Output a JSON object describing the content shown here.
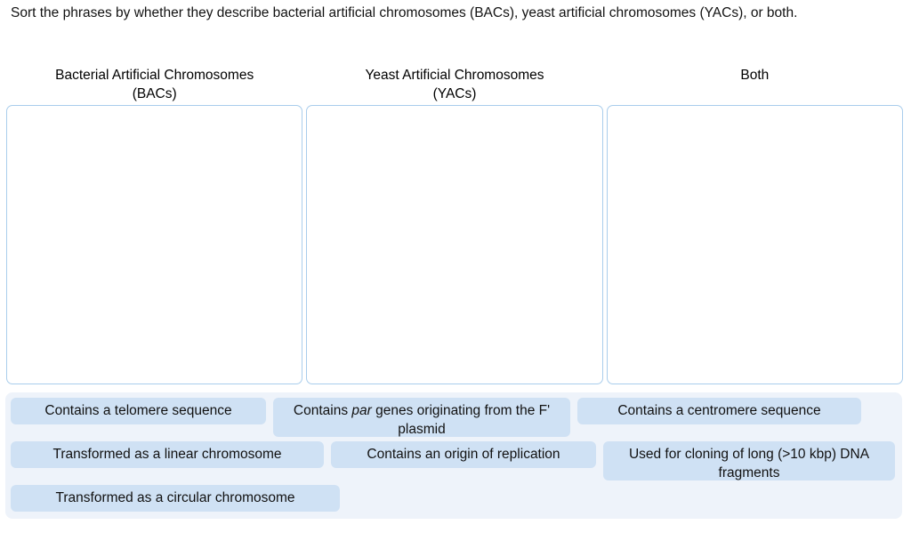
{
  "prompt": {
    "text": "Sort the phrases by whether they describe bacterial artificial chromosomes (BACs), yeast artificial chromosomes (YACs), or both."
  },
  "columns": [
    {
      "id": "bacs",
      "header_line1": "Bacterial Artificial Chromosomes",
      "header_line2": "(BACs)",
      "items": []
    },
    {
      "id": "yacs",
      "header_line1": "Yeast Artificial Chromosomes",
      "header_line2": "(YACs)",
      "items": []
    },
    {
      "id": "both",
      "header_line1": "Both",
      "header_line2": "",
      "items": []
    }
  ],
  "tile_bank": {
    "rows": [
      [
        {
          "id": "telomere",
          "text": "Contains a telomere sequence"
        },
        {
          "id": "par-genes",
          "text_before": "Contains ",
          "italic": "par",
          "text_after": " genes originating from the F' plasmid"
        },
        {
          "id": "centromere",
          "text": "Contains a centromere sequence"
        }
      ],
      [
        {
          "id": "linear",
          "text": "Transformed as a linear chromosome"
        },
        {
          "id": "origin",
          "text": "Contains an origin of replication"
        },
        {
          "id": "cloning",
          "text": "Used for cloning of long (>10 kbp) DNA fragments"
        }
      ],
      [
        {
          "id": "circular",
          "text": "Transformed as a circular chromosome"
        }
      ]
    ]
  },
  "colors": {
    "tile_background": "#cfe1f4",
    "bank_background": "#eef3fa",
    "dropzone_border": "#a9cdec",
    "page_background": "#ffffff",
    "text": "#111111"
  }
}
